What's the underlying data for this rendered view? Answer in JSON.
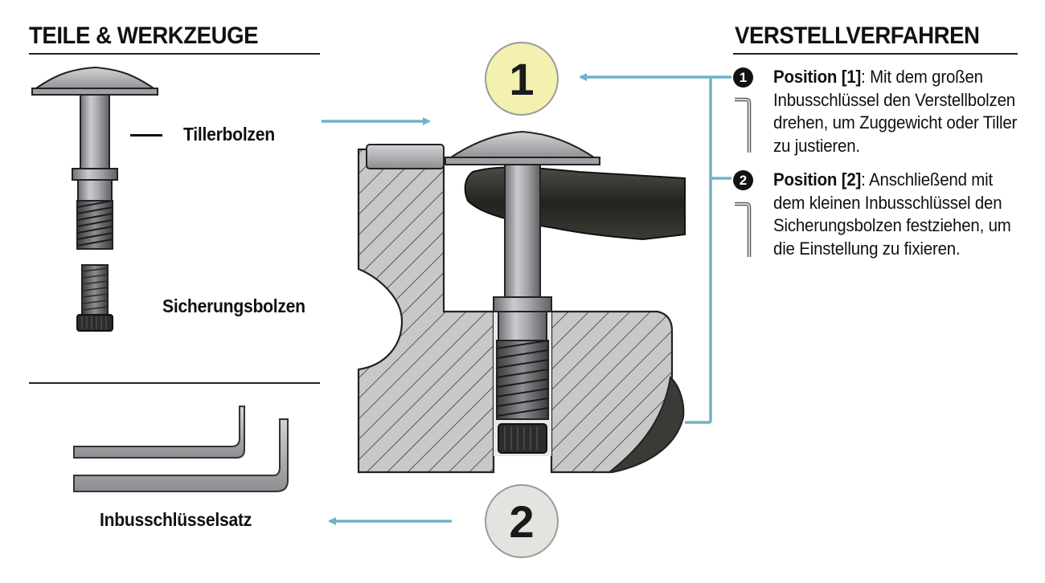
{
  "parts_section": {
    "title": "TEILE & WERKZEUGE",
    "tiller_bolt_label": "Tillerbolzen",
    "locking_bolt_label": "Sicherungsbolzen",
    "hex_key_set_label": "Inbusschlüsselsatz"
  },
  "procedure_section": {
    "title": "VERSTELLVERFAHREN",
    "steps": [
      {
        "number": "1",
        "bold": "Position [1]",
        "text": ": Mit dem großen Inbusschlüssel den Verstell­bolzen drehen, um Zuggewicht oder Tiller zu justieren.",
        "icon": "large-hex-key-icon"
      },
      {
        "number": "2",
        "bold": "Position [2]",
        "text": ": Anschließend mit dem kleinen Inbusschlüssel den Sicherungsbolzen festziehen, um die Einstellung zu fixieren.",
        "icon": "small-hex-key-icon"
      }
    ]
  },
  "diagram": {
    "position_1_badge": "1",
    "position_2_badge": "2"
  },
  "colors": {
    "arrow": "#6fb3cc",
    "badge_1_fill": "#f3f0b0",
    "badge_2_fill": "#e3e3e0",
    "metal": "#a9abae",
    "limb": "#2c2e28",
    "hatch_bg": "#c6c6c6"
  }
}
